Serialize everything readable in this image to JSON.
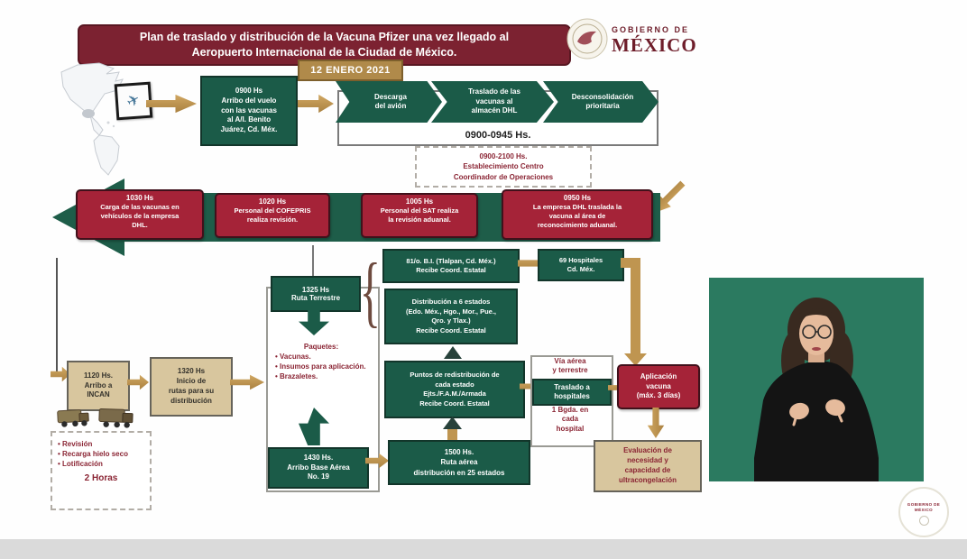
{
  "header": {
    "title": "Plan de traslado y distribución de la Vacuna Pfizer una vez llegado al\nAeropuerto Internacional de la Ciudad de México.",
    "gov_pre": "GOBIERNO DE",
    "gov_name": "MÉXICO",
    "date": "12 ENERO 2021"
  },
  "colors": {
    "brand_maroon": "#7c2231",
    "box_green": "#1b5b48",
    "box_red": "#a52338",
    "box_tan": "#d8c69e",
    "arrow_tan": "#bf9550",
    "dark_red_text": "#8a2433",
    "video_green": "#2b7a60"
  },
  "flow": {
    "arrival": "0900 Hs\nArribo del vuelo\ncon las vacunas\nal A/I. Benito\nJuárez, Cd. Méx.",
    "chevrons": [
      "Descarga\ndel avión",
      "Traslado de las\nvacunas al\nalmacén DHL",
      "Desconsolidación\nprioritaria"
    ],
    "time_window": "0900-0945 Hs.",
    "ops_center": "0900-2100 Hs.\nEstablecimiento Centro\nCoordinador de Operaciones",
    "customs_row": [
      {
        "time": "1030 Hs",
        "text": "Carga de las vacunas en\nvehículos de la empresa\nDHL."
      },
      {
        "time": "1020 Hs",
        "text": "Personal del COFEPRIS\nrealiza revisión."
      },
      {
        "time": "1005 Hs",
        "text": "Personal del SAT realiza\nla revisión aduanal."
      },
      {
        "time": "0950 Hs",
        "text": "La empresa DHL traslada la\nvacuna al área de\nreconocimiento aduanal."
      }
    ],
    "ground": {
      "depart": "1325 Hs\nRuta Terrestre",
      "bi": "81/o. B.I. (Tlalpan, Cd. Méx.)\nRecibe Coord. Estatal",
      "hospitals": "69 Hospitales\nCd. Méx.",
      "six_states": "Distribución a 6 estados\n(Edo. Méx., Hgo., Mor., Pue.,\nQro. y Tlax.)\nRecibe Coord. Estatal"
    },
    "packages": {
      "title": "Paquetes:",
      "items": [
        "Vacunas.",
        "Insumos para aplicación.",
        "Brazaletes."
      ]
    },
    "incan": {
      "box": "1120 Hs.\nArribo a\nINCAN",
      "checklist": [
        "Revisión",
        "Recarga hielo seco",
        "Lotificación"
      ],
      "duration": "2 Horas"
    },
    "routes_start": "1320 Hs\nInicio de\nrutas para su\ndistribución",
    "air": {
      "base": "1430 Hs.\nArribo Base Aérea\nNo. 19",
      "route": "1500 Hs.\nRuta aérea\ndistribución en 25 estados"
    },
    "redistribution": "Puntos de redistribución de\ncada estado\nEjts./F.A.M./Armada\nRecibe Coord. Estatal",
    "transfer": {
      "via": "Vía aérea\ny terrestre",
      "box": "Traslado a\nhospitales",
      "brigade": "1 Bgda. en\ncada\nhospital"
    },
    "application": "Aplicación\nvacuna\n(máx. 3 días)",
    "evaluation": "Evaluación de\nnecesidad y\ncapacidad de\nultracongelación"
  },
  "watermark": "GOBIERNO DE\nMÉXICO"
}
